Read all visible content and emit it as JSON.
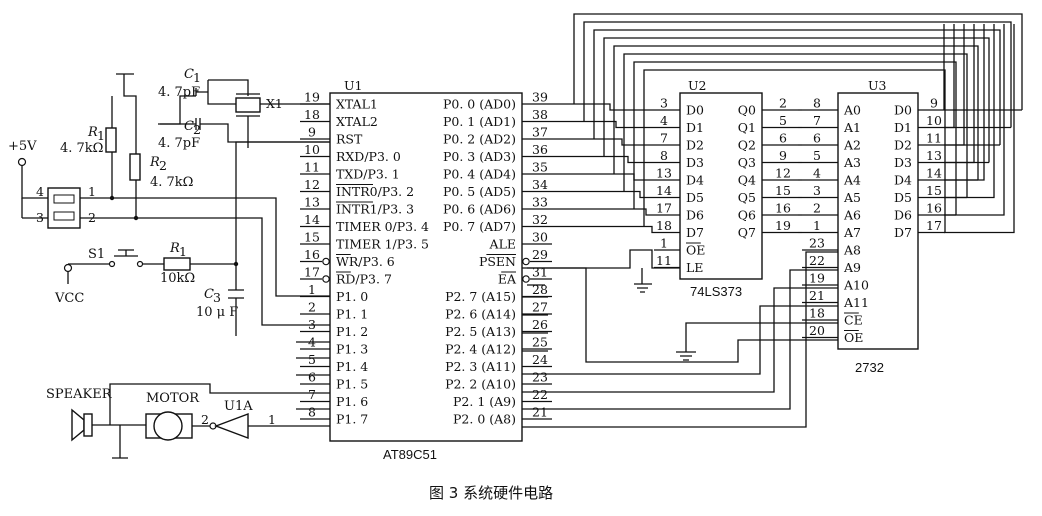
{
  "caption": "图 3  系统硬件电路",
  "u1": {
    "ref": "U1",
    "part": "AT89C51",
    "left_pins": [
      {
        "num": "19",
        "name": "XTAL1"
      },
      {
        "num": "18",
        "name": "XTAL2"
      },
      {
        "num": "9",
        "name": "RST"
      },
      {
        "num": "10",
        "name": "RXD/P3. 0"
      },
      {
        "num": "11",
        "name": "TXD/P3. 1"
      },
      {
        "num": "12",
        "name": "INTR0/P3. 2"
      },
      {
        "num": "13",
        "name": "INTR1/P3. 3"
      },
      {
        "num": "14",
        "name": "TIMER  0/P3. 4"
      },
      {
        "num": "15",
        "name": "TIMER  1/P3. 5"
      },
      {
        "num": "16",
        "name": "WR/P3. 6"
      },
      {
        "num": "17",
        "name": "RD/P3. 7"
      },
      {
        "num": "1",
        "name": "P1. 0"
      },
      {
        "num": "2",
        "name": "P1. 1"
      },
      {
        "num": "3",
        "name": "P1. 2"
      },
      {
        "num": "4",
        "name": "P1. 3"
      },
      {
        "num": "5",
        "name": "P1. 4"
      },
      {
        "num": "6",
        "name": "P1. 5"
      },
      {
        "num": "7",
        "name": "P1. 6"
      },
      {
        "num": "8",
        "name": "P1. 7"
      }
    ],
    "right_pins": [
      {
        "num": "39",
        "name": "P0. 0 (AD0)"
      },
      {
        "num": "38",
        "name": "P0. 1 (AD1)"
      },
      {
        "num": "37",
        "name": "P0. 2 (AD2)"
      },
      {
        "num": "36",
        "name": "P0. 3 (AD3)"
      },
      {
        "num": "35",
        "name": "P0. 4 (AD4)"
      },
      {
        "num": "34",
        "name": "P0. 5 (AD5)"
      },
      {
        "num": "33",
        "name": "P0. 6 (AD6)"
      },
      {
        "num": "32",
        "name": "P0. 7 (AD7)"
      },
      {
        "num": "30",
        "name": "ALE"
      },
      {
        "num": "29",
        "name": "PSEN"
      },
      {
        "num": "31",
        "name": "EA"
      },
      {
        "num": "28",
        "name": "P2. 7 (A15)"
      },
      {
        "num": "27",
        "name": "P2. 6 (A14)"
      },
      {
        "num": "26",
        "name": "P2. 5 (A13)"
      },
      {
        "num": "25",
        "name": "P2. 4 (A12)"
      },
      {
        "num": "24",
        "name": "P2. 3 (A11)"
      },
      {
        "num": "23",
        "name": "P2. 2 (A10)"
      },
      {
        "num": "22",
        "name": "P2. 1 (A9)"
      },
      {
        "num": "21",
        "name": "P2. 0 (A8)"
      }
    ]
  },
  "u2": {
    "ref": "U2",
    "part": "74LS373",
    "left_pins": [
      {
        "num": "3",
        "name": "D0"
      },
      {
        "num": "4",
        "name": "D1"
      },
      {
        "num": "7",
        "name": "D2"
      },
      {
        "num": "8",
        "name": "D3"
      },
      {
        "num": "13",
        "name": "D4"
      },
      {
        "num": "14",
        "name": "D5"
      },
      {
        "num": "17",
        "name": "D6"
      },
      {
        "num": "18",
        "name": "D7"
      },
      {
        "num": "1",
        "name": "OE"
      },
      {
        "num": "11",
        "name": "LE"
      }
    ],
    "right_pins": [
      {
        "num": "2",
        "name": "Q0"
      },
      {
        "num": "5",
        "name": "Q1"
      },
      {
        "num": "6",
        "name": "Q2"
      },
      {
        "num": "9",
        "name": "Q3"
      },
      {
        "num": "12",
        "name": "Q4"
      },
      {
        "num": "15",
        "name": "Q5"
      },
      {
        "num": "16",
        "name": "Q6"
      },
      {
        "num": "19",
        "name": "Q7"
      }
    ]
  },
  "u3": {
    "ref": "U3",
    "part": "2732",
    "left_pins": [
      {
        "num": "8",
        "name": "A0"
      },
      {
        "num": "7",
        "name": "A1"
      },
      {
        "num": "6",
        "name": "A2"
      },
      {
        "num": "5",
        "name": "A3"
      },
      {
        "num": "4",
        "name": "A4"
      },
      {
        "num": "3",
        "name": "A5"
      },
      {
        "num": "2",
        "name": "A6"
      },
      {
        "num": "1",
        "name": "A7"
      },
      {
        "num": "23",
        "name": "A8"
      },
      {
        "num": "22",
        "name": "A9"
      },
      {
        "num": "19",
        "name": "A10"
      },
      {
        "num": "21",
        "name": "A11"
      },
      {
        "num": "18",
        "name": "CE"
      },
      {
        "num": "20",
        "name": "OE"
      }
    ],
    "right_pins": [
      {
        "num": "9",
        "name": "D0"
      },
      {
        "num": "10",
        "name": "D1"
      },
      {
        "num": "11",
        "name": "D2"
      },
      {
        "num": "13",
        "name": "D3"
      },
      {
        "num": "14",
        "name": "D4"
      },
      {
        "num": "15",
        "name": "D5"
      },
      {
        "num": "16",
        "name": "D6"
      },
      {
        "num": "17",
        "name": "D7"
      }
    ]
  },
  "parts": {
    "c1": {
      "ref": "C",
      "sub": "1",
      "value": "4. 7pF"
    },
    "c2": {
      "ref": "C",
      "sub": "2",
      "value": "4. 7pF"
    },
    "c3": {
      "ref": "C",
      "sub": "3",
      "value": "10 μ F"
    },
    "x1": "X1",
    "r1_top": {
      "ref": "R",
      "sub": "1",
      "value": "4. 7kΩ"
    },
    "r2": {
      "ref": "R",
      "sub": "2",
      "value": "4. 7kΩ"
    },
    "r1_bottom": {
      "ref": "R",
      "sub": "1",
      "value": "10kΩ"
    },
    "s1": "S1",
    "supply": "+5V",
    "vcc": "VCC",
    "speaker": "SPEAKER",
    "motor": "MOTOR",
    "u1a": "U1A",
    "connector_pins": [
      "4",
      "3",
      "1",
      "2"
    ],
    "motor_pin": "2",
    "buffer_pin": "1"
  }
}
